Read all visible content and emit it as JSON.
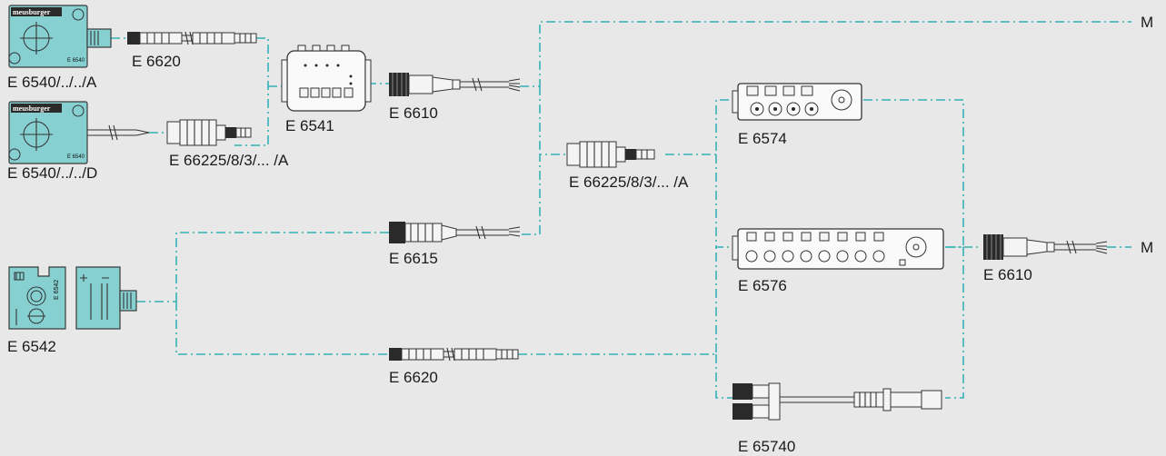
{
  "labels": {
    "sensor_a": "E 6540/../../A",
    "sensor_d": "E 6540/../../D",
    "cable_6620_top": "E 6620",
    "cable_66225_left": "E 66225/8/3/... /A",
    "hub_6541": "E 6541",
    "cable_6610_top": "E 6610",
    "cable_66225_mid": "E 66225/8/3/... /A",
    "cable_6615": "E 6615",
    "sensor_6542": "E 6542",
    "cable_6620_bottom": "E 6620",
    "box_6574": "E 6574",
    "box_6576": "E 6576",
    "cable_6610_right": "E 6610",
    "splitter_65740": "E 65740",
    "m_top": "M",
    "m_right": "M"
  },
  "device_text": {
    "brand": "meusburger",
    "model_6540": "E 6540",
    "model_6542": "E 6542"
  },
  "colors": {
    "wire": "#34b1b6",
    "sensor_fill": "#86d0d2",
    "background": "#e8e8e8"
  }
}
